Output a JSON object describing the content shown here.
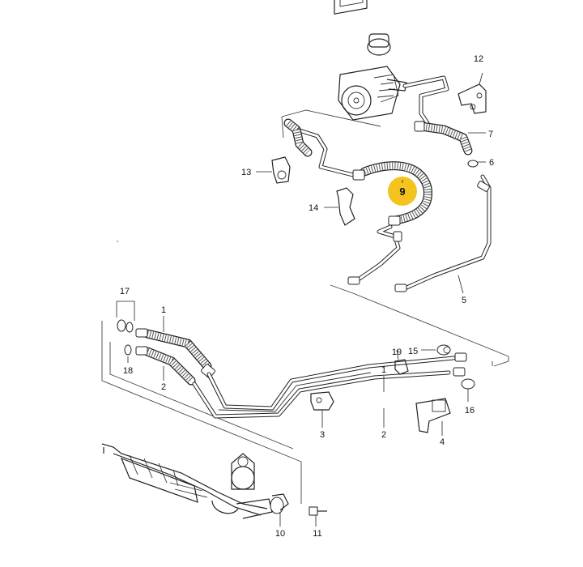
{
  "diagram": {
    "highlight": {
      "label": "9",
      "color": "#F4C31E"
    },
    "callouts": [
      {
        "id": "12",
        "label": "12"
      },
      {
        "id": "7",
        "label": "7"
      },
      {
        "id": "6",
        "label": "6"
      },
      {
        "id": "13",
        "label": "13"
      },
      {
        "id": "14",
        "label": "14"
      },
      {
        "id": "5",
        "label": "5"
      },
      {
        "id": "17",
        "label": "17"
      },
      {
        "id": "18",
        "label": "18"
      },
      {
        "id": "1a",
        "label": "1"
      },
      {
        "id": "2a",
        "label": "2"
      },
      {
        "id": "19",
        "label": "19"
      },
      {
        "id": "15",
        "label": "15"
      },
      {
        "id": "1b",
        "label": "1"
      },
      {
        "id": "16",
        "label": "16"
      },
      {
        "id": "3",
        "label": "3"
      },
      {
        "id": "2b",
        "label": "2"
      },
      {
        "id": "4",
        "label": "4"
      },
      {
        "id": "10",
        "label": "10"
      },
      {
        "id": "11",
        "label": "11"
      }
    ]
  }
}
